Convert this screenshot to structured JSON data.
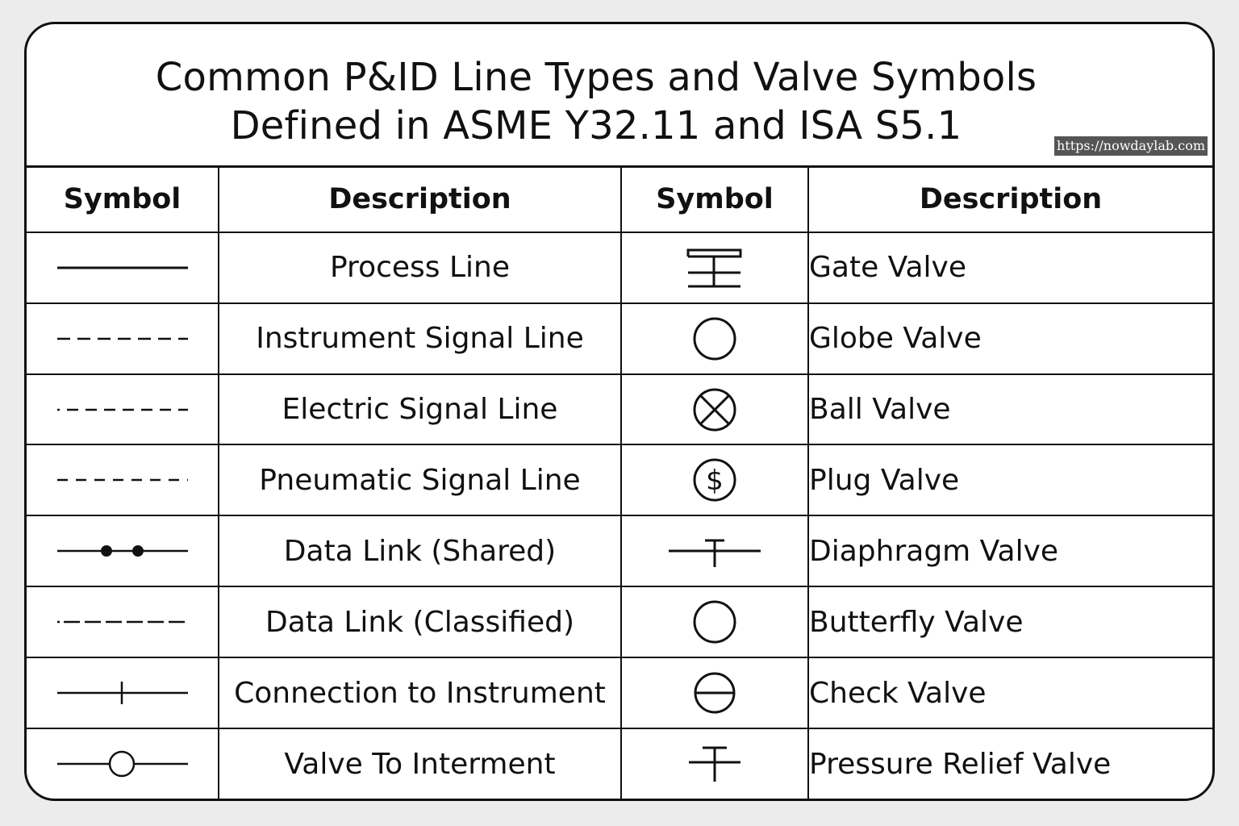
{
  "title": {
    "line1": "Common P&ID Line Types and Valve Symbols",
    "line2": "Defined in ASME Y32.11 and ISA S5.1"
  },
  "watermark": "https://nowdaylab.com",
  "headers": {
    "symbol_1": "Symbol",
    "description_1": "Description",
    "symbol_2": "Symbol",
    "description_2": "Description"
  },
  "rows": [
    {
      "line_icon": "solid-line-icon",
      "line_desc": "Process Line",
      "valve_icon": "gate-valve-icon",
      "valve_desc": "Gate Valve"
    },
    {
      "line_icon": "dashed-line-icon",
      "line_desc": "Instrument Signal Line",
      "valve_icon": "circle-icon",
      "valve_desc": "Globe Valve"
    },
    {
      "line_icon": "dash-dot-line-icon",
      "line_desc": "Electric Signal Line",
      "valve_icon": "circle-x-icon",
      "valve_desc": "Ball Valve"
    },
    {
      "line_icon": "short-dash-line-icon",
      "line_desc": "Pneumatic Signal Line",
      "valve_icon": "circle-s-icon",
      "valve_desc": "Plug Valve"
    },
    {
      "line_icon": "dot-link-line-icon",
      "line_desc": "Data Link (Shared)",
      "valve_icon": "diaphragm-valve-icon",
      "valve_desc": "Diaphragm Valve"
    },
    {
      "line_icon": "long-dash-line-icon",
      "line_desc": "Data Link (Classified)",
      "valve_icon": "circle-icon",
      "valve_desc": "Butterfly Valve"
    },
    {
      "line_icon": "tick-line-icon",
      "line_desc": "Connection to Instrument",
      "valve_icon": "circle-bar-icon",
      "valve_desc": "Check Valve"
    },
    {
      "line_icon": "bubble-line-icon",
      "line_desc": "Valve To Interment",
      "valve_icon": "relief-valve-icon",
      "valve_desc": "Pressure Relief Valve"
    }
  ]
}
